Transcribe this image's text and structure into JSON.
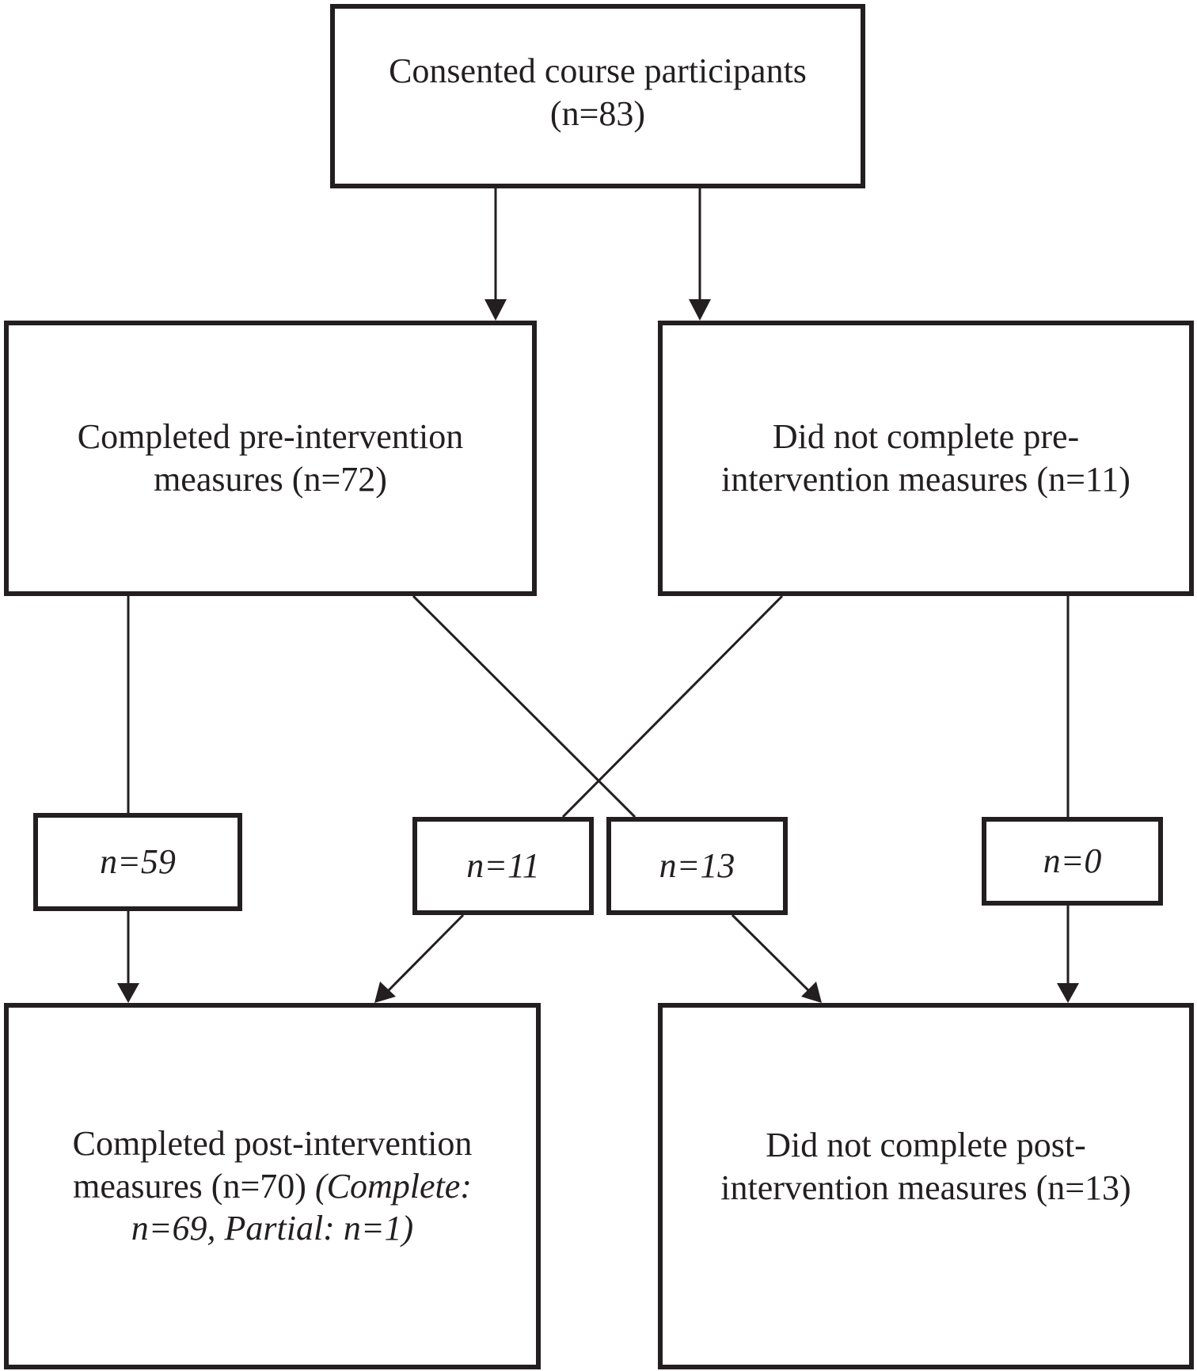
{
  "nodes": {
    "consented": {
      "line1": "Consented course participants",
      "line2": "(n=83)"
    },
    "pre_completed": {
      "line1": "Completed pre-intervention",
      "line2": "measures (n=72)"
    },
    "pre_not_completed": {
      "line1": "Did not complete pre-",
      "line2": "intervention measures (n=11)"
    },
    "post_completed": {
      "line1": "Completed post-intervention",
      "line2_regular": "measures (n=70) ",
      "line2_italic": "(Complete:",
      "line3_italic": "n=69, Partial: n=1)"
    },
    "post_not_completed": {
      "line1": "Did not complete post-",
      "line2": "intervention measures (n=13)"
    }
  },
  "flows": {
    "n59": "n=59",
    "n11": "n=11",
    "n13": "n=13",
    "n0": "n=0"
  },
  "colors": {
    "stroke": "#231f20",
    "background": "#ffffff"
  }
}
